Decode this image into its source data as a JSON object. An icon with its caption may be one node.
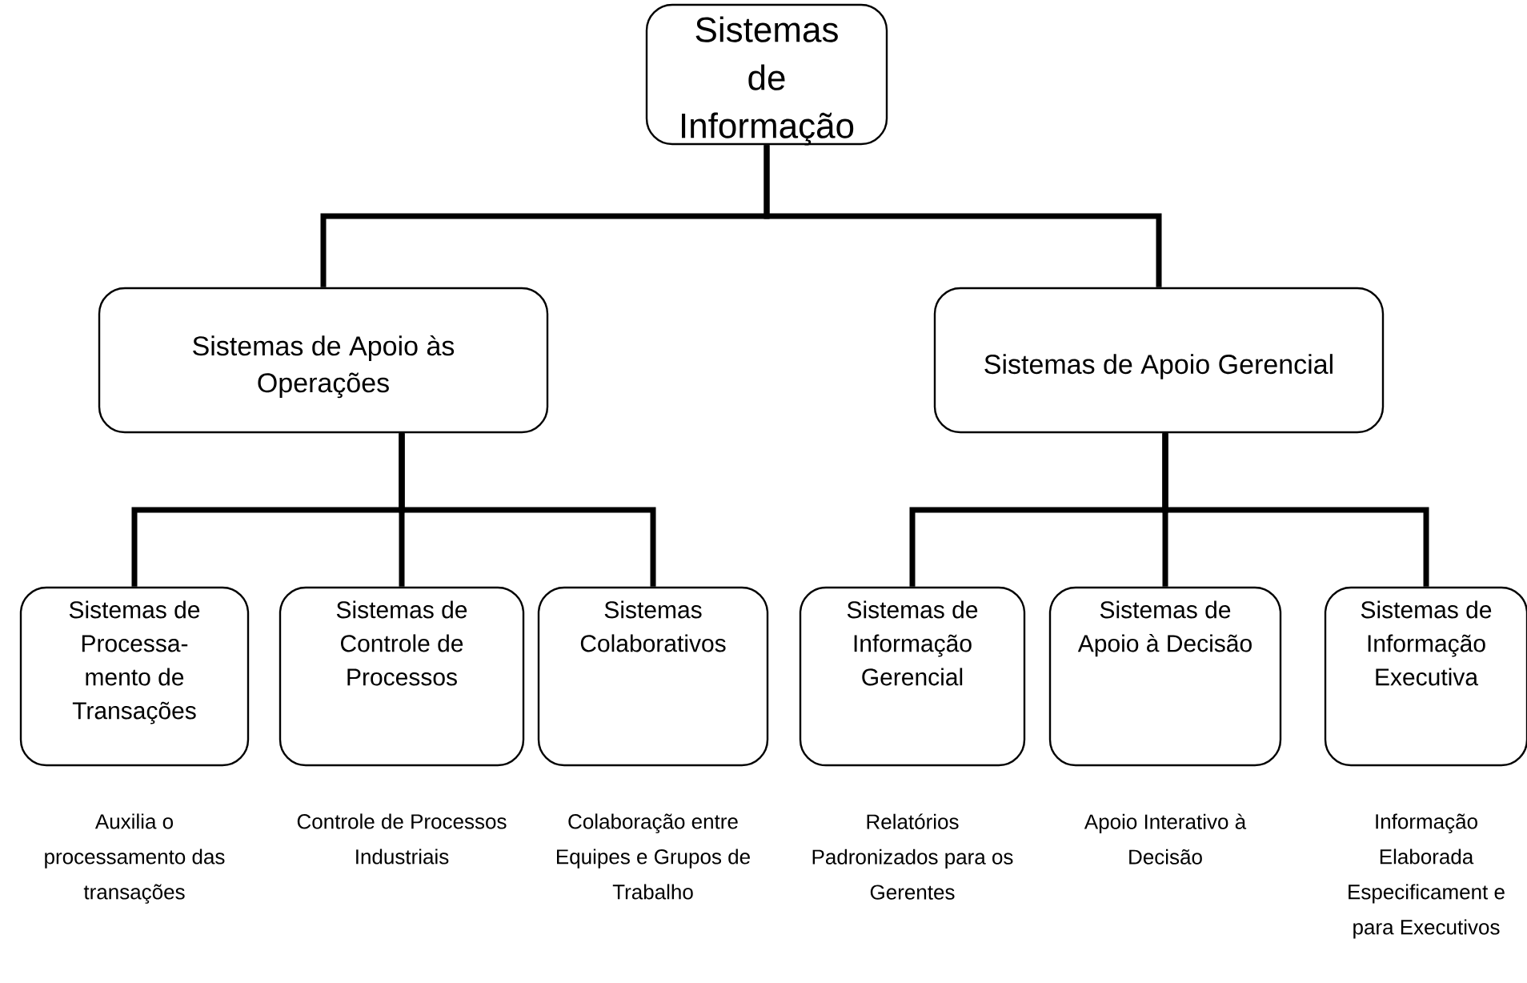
{
  "diagram": {
    "nodes": [
      {
        "text": [
          "Sistemas de Informação"
        ]
      },
      {
        "text": [
          "Sistemas de Apoio às Operações"
        ]
      },
      {
        "text": [
          "Sistemas de Apoio Gerencial"
        ]
      },
      {
        "text": [
          "Sistemas de Processa- mento de Transações"
        ],
        "beside": [
          "Auxilia o processamento das transações"
        ]
      },
      {
        "text": [
          "Sistemas de Controle de Processos"
        ],
        "beside": [
          "Controle de Processos Industriais"
        ]
      },
      {
        "text": [
          "Sistemas Colaborativos"
        ],
        "beside": [
          "Colaboração entre Equipes e Grupos de Trabalho"
        ]
      },
      {
        "text": [
          "Sistemas de Informação Gerencial"
        ],
        "beside": [
          "Relatórios Padronizados para os Gerentes"
        ]
      },
      {
        "text": [
          "Sistemas de Apoio à Decisão"
        ],
        "beside": [
          "Apoio Interativo à Decisão"
        ]
      },
      {
        "text": [
          "Sistemas de Informação Executiva"
        ],
        "beside": [
          "Informação Elaborada Especificament e para Executivos"
        ]
      }
    ],
    "edges": [
      {
        "from": 0,
        "to": 1,
        "arrow": "none"
      },
      {
        "from": 0,
        "to": 2,
        "arrow": "none"
      },
      {
        "from": 1,
        "to": 3,
        "arrow": "none"
      },
      {
        "from": 1,
        "to": 4,
        "arrow": "none"
      },
      {
        "from": 1,
        "to": 5,
        "arrow": "none"
      },
      {
        "from": 2,
        "to": 6,
        "arrow": "none"
      },
      {
        "from": 2,
        "to": 7,
        "arrow": "none"
      },
      {
        "from": 2,
        "to": 8,
        "arrow": "none"
      }
    ]
  }
}
